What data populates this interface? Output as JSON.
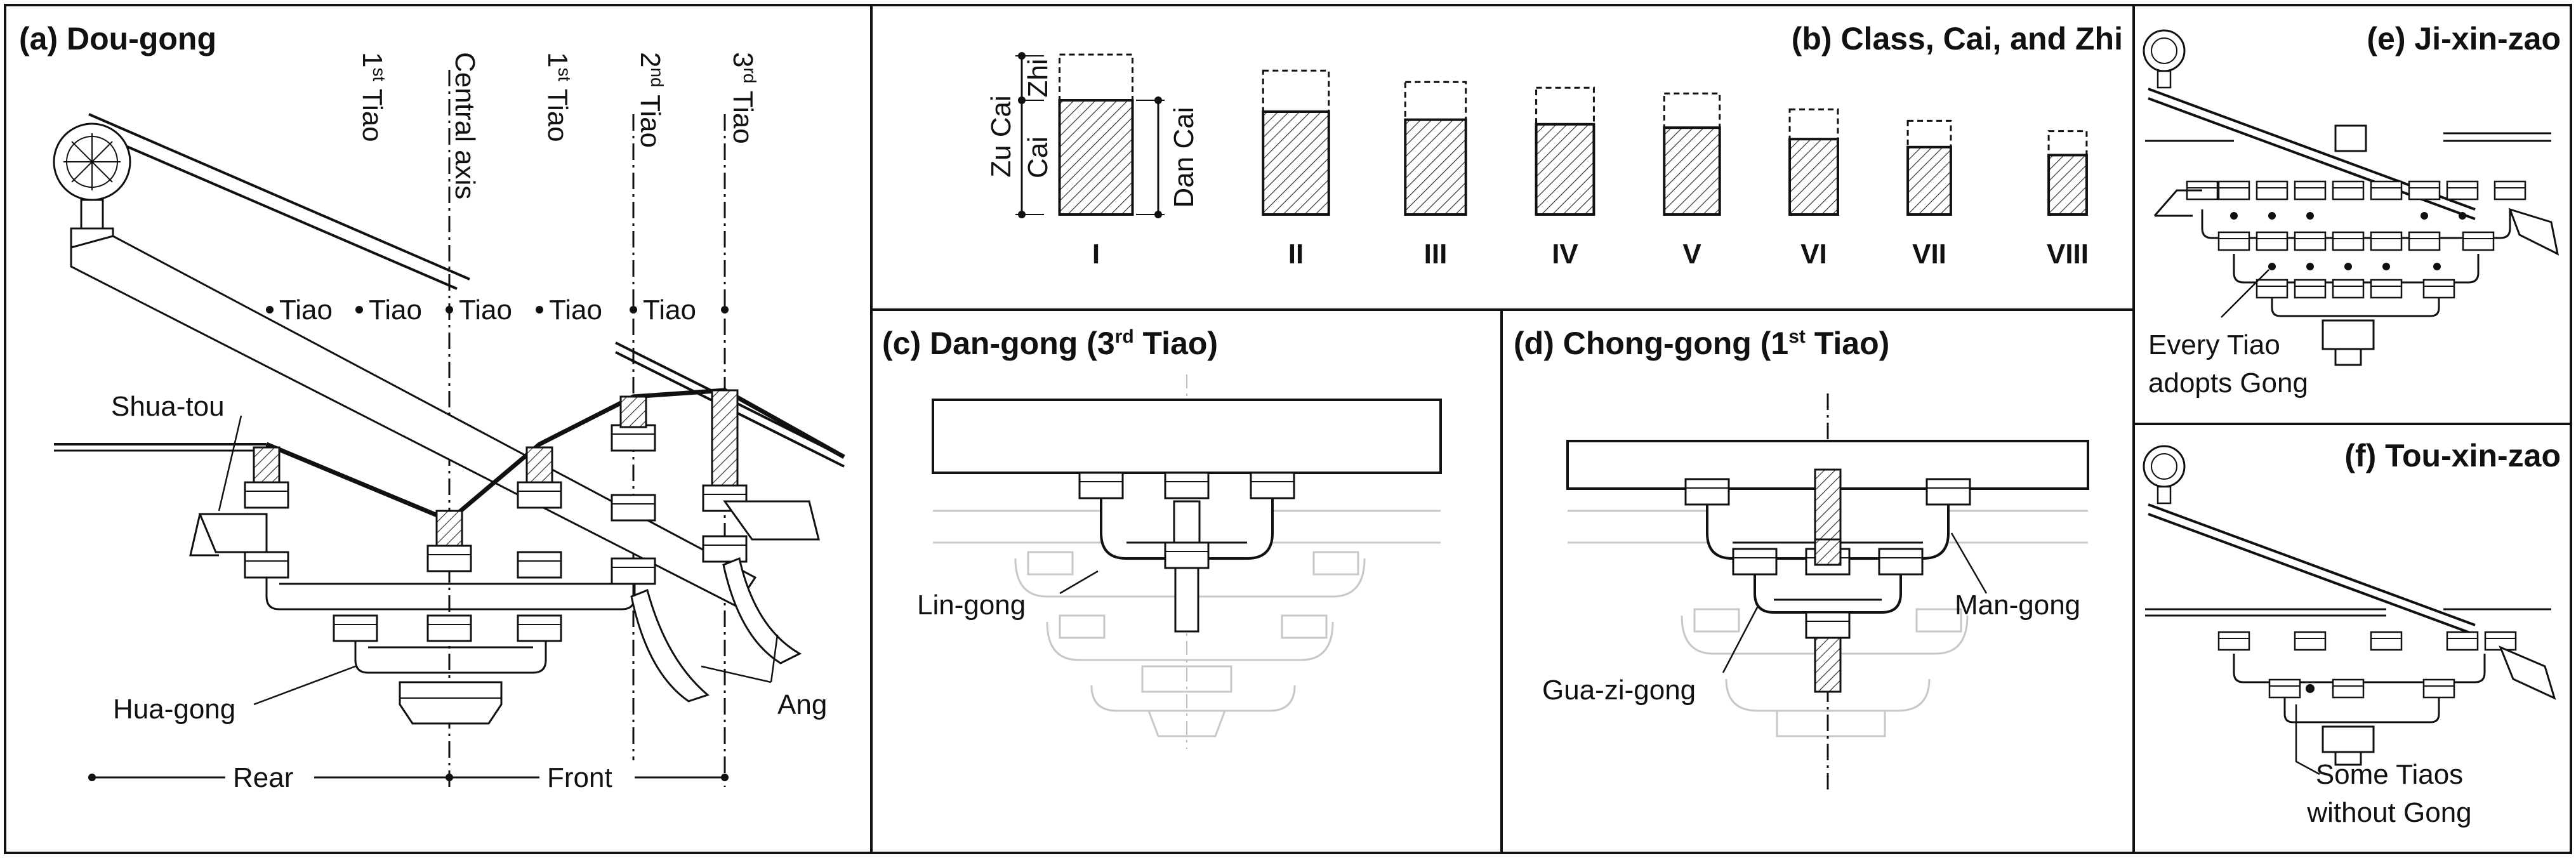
{
  "panels": {
    "a": {
      "title": "(a) Dou-gong",
      "columns": [
        {
          "text": "1",
          "sup": "st",
          "word": " Tiao"
        },
        {
          "text": "Central axis",
          "sup": "",
          "word": ""
        },
        {
          "text": "1",
          "sup": "st",
          "word": " Tiao"
        },
        {
          "text": "2",
          "sup": "nd",
          "word": " Tiao"
        },
        {
          "text": "3",
          "sup": "rd",
          "word": " Tiao"
        }
      ],
      "tiao_marks": [
        "Tiao",
        "Tiao",
        "Tiao",
        "Tiao",
        "Tiao"
      ],
      "labels": {
        "shua_tou": "Shua-tou",
        "hua_gong": "Hua-gong",
        "ang": "Ang",
        "rear": "Rear",
        "front": "Front"
      }
    },
    "b": {
      "title": "(b) Class, Cai, and Zhi",
      "labels": {
        "zu_cai": "Zu Cai",
        "zhi": "Zhi",
        "cai": "Cai",
        "dan_cai": "Dan Cai"
      },
      "classes": [
        {
          "label": "I",
          "cai": 1.0,
          "zhi": 0.4
        },
        {
          "label": "II",
          "cai": 0.9,
          "zhi": 0.36
        },
        {
          "label": "III",
          "cai": 0.83,
          "zhi": 0.33
        },
        {
          "label": "IV",
          "cai": 0.79,
          "zhi": 0.32
        },
        {
          "label": "V",
          "cai": 0.76,
          "zhi": 0.3
        },
        {
          "label": "VI",
          "cai": 0.66,
          "zhi": 0.26
        },
        {
          "label": "VII",
          "cai": 0.59,
          "zhi": 0.23
        },
        {
          "label": "VIII",
          "cai": 0.52,
          "zhi": 0.21
        }
      ]
    },
    "c": {
      "title_pre": "(c) Dan-gong (3",
      "title_sup": "rd",
      "title_post": " Tiao)",
      "labels": {
        "lin_gong": "Lin-gong"
      }
    },
    "d": {
      "title_pre": "(d) Chong-gong (1",
      "title_sup": "st",
      "title_post": " Tiao)",
      "labels": {
        "man_gong": "Man-gong",
        "gua_zi_gong": "Gua-zi-gong"
      }
    },
    "e": {
      "title": "(e) Ji-xin-zao",
      "note_line1": "Every Tiao",
      "note_line2": "adopts Gong"
    },
    "f": {
      "title": "(f) Tou-xin-zao",
      "note_line1": "Some Tiaos",
      "note_line2": "without Gong"
    }
  }
}
